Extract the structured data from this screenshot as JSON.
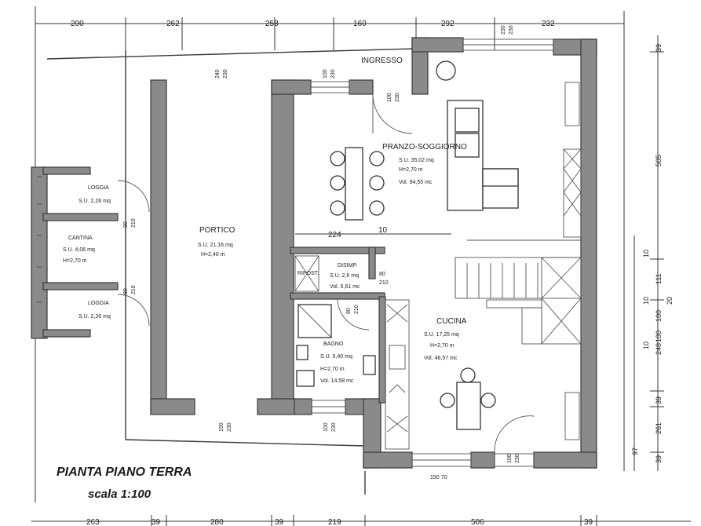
{
  "title": "PIANTA PIANO TERRA",
  "scale": "scala 1:100",
  "dims_top": [
    "200",
    "262",
    "258",
    "160",
    "292",
    "232"
  ],
  "dims_bottom": [
    "263",
    "39",
    "280",
    "39",
    "219",
    "506",
    "39"
  ],
  "dims_right_outer": [
    "39",
    "505",
    "111",
    "248",
    "39",
    "261",
    "39"
  ],
  "dims_right_inner": [
    "10",
    "10",
    "10",
    "100",
    "100",
    "97",
    "20"
  ],
  "rooms": {
    "ingresso": {
      "name": "INGRESSO"
    },
    "pranzo": {
      "name": "PRANZO-SOGGIORNO",
      "su": "S.U. 35,02 mq",
      "h": "H=2,70 m",
      "vol": "Vol. 94,55 mc"
    },
    "portico": {
      "name": "PORTICO",
      "su": "S.U. 21,16 mq",
      "h": "H=2,40 m"
    },
    "loggia_top": {
      "name": "LOGGIA",
      "su": "S.U. 2,26 mq"
    },
    "cantina": {
      "name": "CANTINA",
      "su": "S.U. 4,06 mq",
      "h": "H=2,70 m"
    },
    "loggia_bottom": {
      "name": "LOGGIA",
      "su": "S.U. 2,26 mq"
    },
    "disimp": {
      "name": "DISIMP.",
      "su": "S.U. 2,6 mq",
      "vol": "Vol. 6,61 mc"
    },
    "ripost": {
      "name": "RIPOST."
    },
    "bagno": {
      "name": "BAGNO",
      "su": "S.U. 5,40 mq",
      "h": "H=2,70 m",
      "vol": "Vol. 14,58 mc"
    },
    "cucina": {
      "name": "CUCINA",
      "su": "S.U. 17,25 mq",
      "h": "H=2,70 m",
      "vol": "Vol. 46,57 mc"
    }
  },
  "openings": {
    "win_portico_top": [
      "240",
      "230"
    ],
    "win_ingresso_left": [
      "100",
      "230"
    ],
    "door_ingresso": [
      "100",
      "230"
    ],
    "win_top_right": [
      "230",
      "230"
    ],
    "door_loggia_top": [
      "90",
      "210"
    ],
    "door_loggia_bottom": [
      "80",
      "210"
    ],
    "door_disimp": [
      "80",
      "210"
    ],
    "door_disimp_2": [
      "80",
      "210"
    ],
    "portico_bottom": [
      "150",
      "230"
    ],
    "win_bagno": [
      "100",
      "230"
    ],
    "door_cucina": [
      "100",
      "230"
    ],
    "win_cucina_bottom": [
      "150",
      "70"
    ]
  },
  "inner_dims": {
    "stair_w": "224",
    "stair_t": "10"
  }
}
